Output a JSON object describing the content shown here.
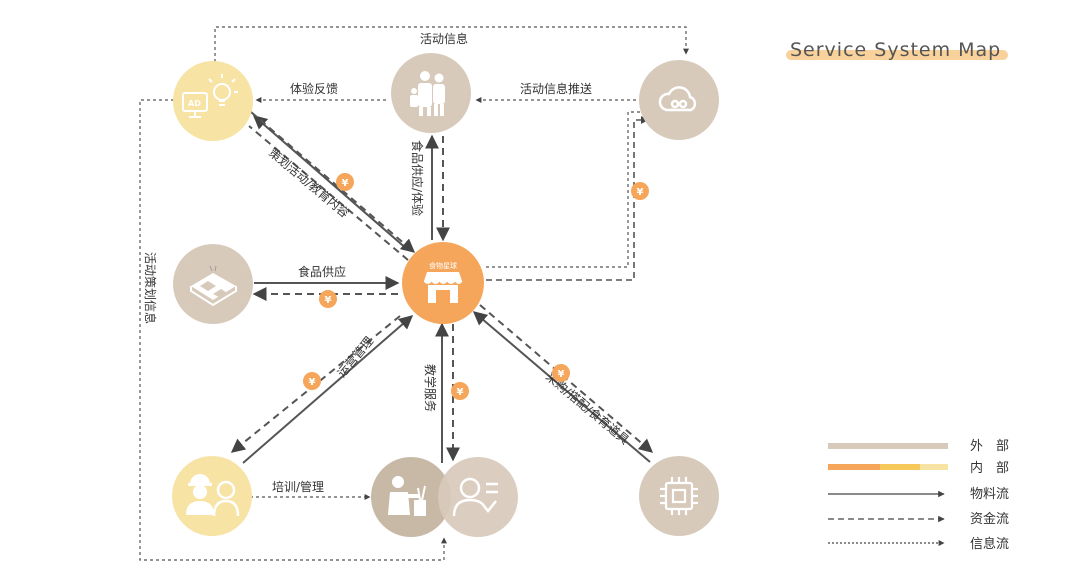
{
  "title": "Service System Map",
  "colors": {
    "external": "#d8cabb",
    "external_dark": "#c8b8a6",
    "internal_yellow": "#f7e3a4",
    "internal_orange": "#f5a65b",
    "money": "#f5a65b",
    "line": "#555555"
  },
  "nodes": [
    {
      "id": "ad",
      "icon": "ad-lightbulb-icon",
      "kind": "internal"
    },
    {
      "id": "family",
      "icon": "family-icon",
      "kind": "external"
    },
    {
      "id": "cloud",
      "icon": "cloud-icon",
      "kind": "external"
    },
    {
      "id": "tray",
      "icon": "food-tray-icon",
      "kind": "external"
    },
    {
      "id": "shop",
      "icon": "shop-icon",
      "kind": "center",
      "label": "食物星球"
    },
    {
      "id": "staff",
      "icon": "staff-icon",
      "kind": "internal"
    },
    {
      "id": "teacher",
      "icon": "teacher-icon",
      "kind": "external"
    },
    {
      "id": "student",
      "icon": "student-icon",
      "kind": "external"
    },
    {
      "id": "chip",
      "icon": "chip-icon",
      "kind": "external"
    }
  ],
  "edges": {
    "top_info": "活动信息",
    "feedback": "体验反馈",
    "push": "活动信息推送",
    "plan_edu": "策划活动/教育内容",
    "food_exp": "食品供应/体验",
    "food_supply": "食品供应",
    "ops": "运营管理",
    "training": "培训/管理",
    "teaching": "教学服务",
    "purchase": "采购/搭配/食育道具",
    "left_plan": "活动策划信息"
  },
  "money_symbol": "¥",
  "legend": [
    {
      "label": "外　部",
      "type": "external-bar"
    },
    {
      "label": "内　部",
      "type": "internal-bar"
    },
    {
      "label": "物料流",
      "type": "solid-arrow"
    },
    {
      "label": "资金流",
      "type": "dashed-arrow"
    },
    {
      "label": "信息流",
      "type": "dotted-arrow"
    }
  ]
}
